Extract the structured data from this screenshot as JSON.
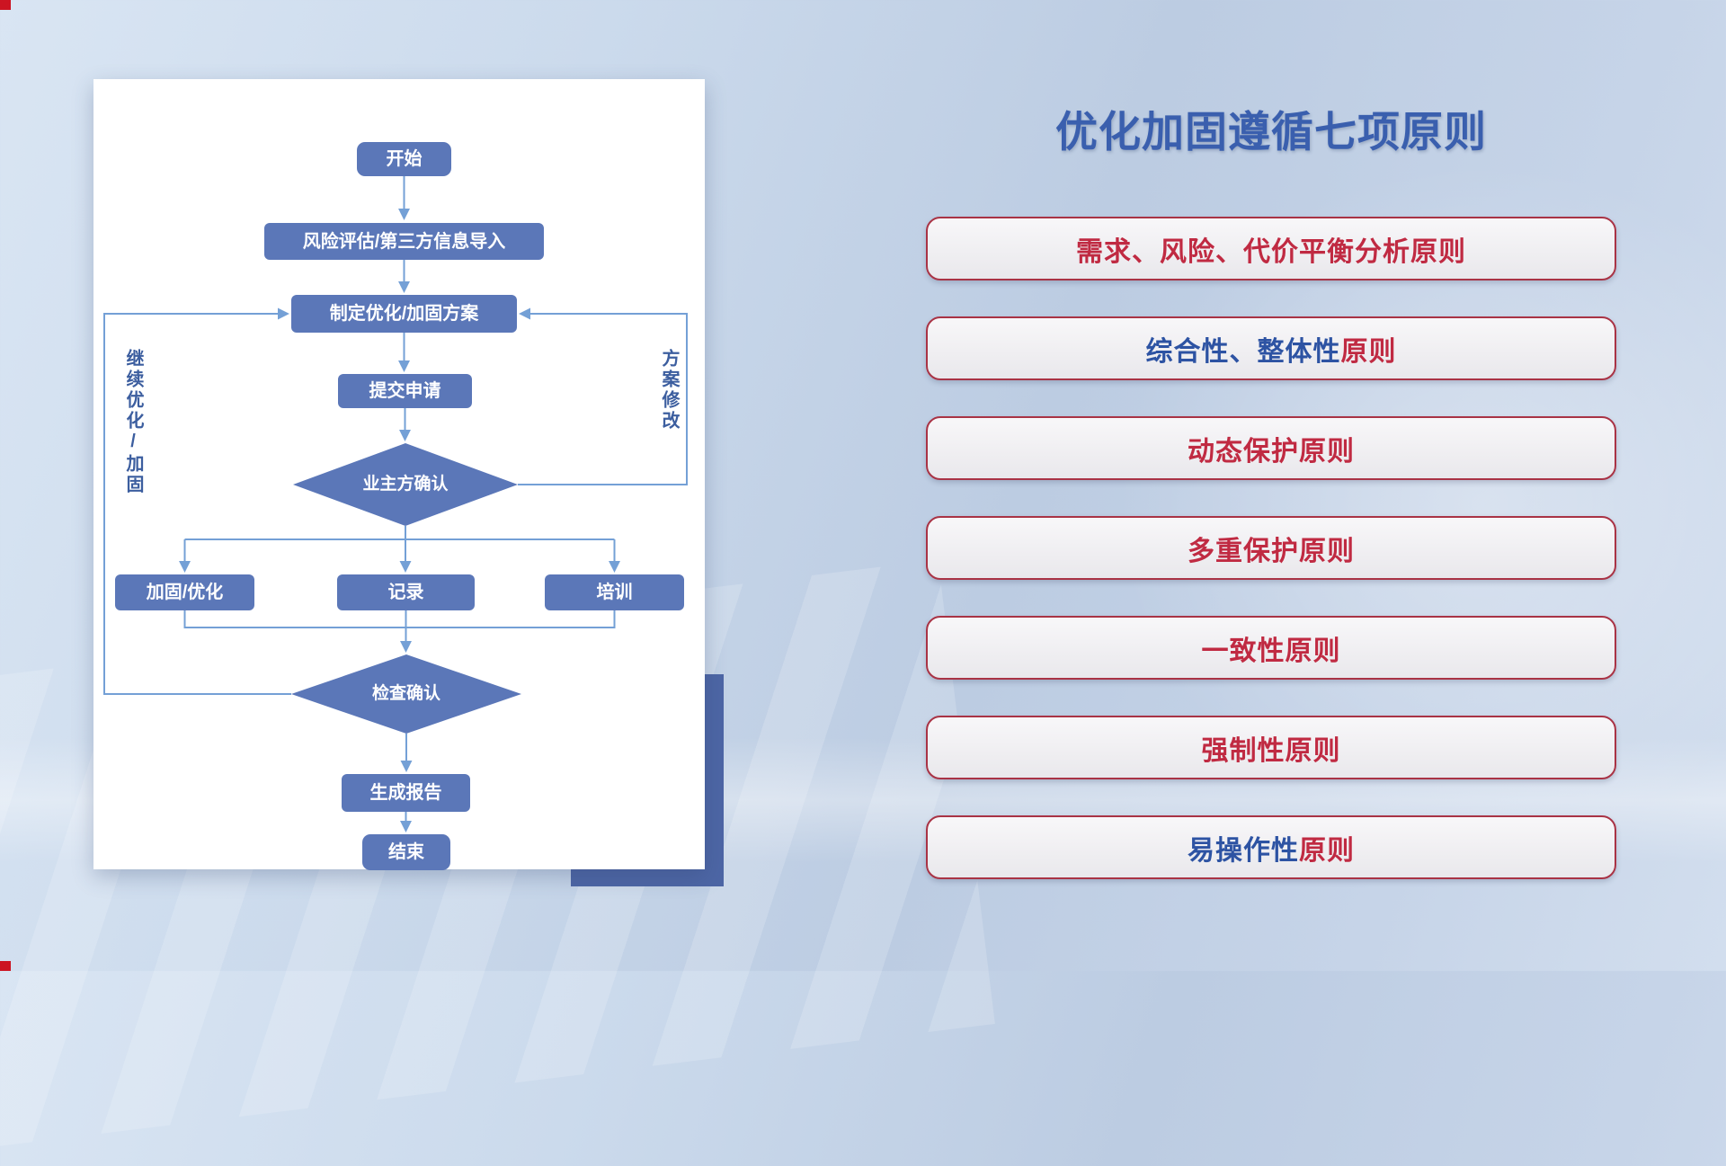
{
  "slide": {
    "title": "优化加固遵循七项原则"
  },
  "flowchart": {
    "nodes": {
      "start": "开始",
      "risk_import": "风险评估/第三方信息导入",
      "make_plan": "制定优化/加固方案",
      "submit": "提交申请",
      "owner_confirm": "业主方确认",
      "harden": "加固/优化",
      "record": "记录",
      "training": "培训",
      "check_confirm": "检查确认",
      "report": "生成报告",
      "end": "结束"
    },
    "loop_labels": {
      "left": "继续优化/加固",
      "right": "方案修改"
    }
  },
  "principles": [
    {
      "segments": [
        {
          "text": "需求、风险、代价平衡分析原则",
          "color": "red"
        }
      ]
    },
    {
      "segments": [
        {
          "text": "综合性、整体性",
          "color": "blue"
        },
        {
          "text": "原则",
          "color": "red"
        }
      ]
    },
    {
      "segments": [
        {
          "text": "动态保护原则",
          "color": "red"
        }
      ]
    },
    {
      "segments": [
        {
          "text": "多重保护原则",
          "color": "red"
        }
      ]
    },
    {
      "segments": [
        {
          "text": "一致性原则",
          "color": "red"
        }
      ]
    },
    {
      "segments": [
        {
          "text": "强制性原则",
          "color": "red"
        }
      ]
    },
    {
      "segments": [
        {
          "text": "易操作性",
          "color": "blue"
        },
        {
          "text": "原则",
          "color": "red"
        }
      ]
    }
  ],
  "colors": {
    "title_blue": "#3a5fae",
    "text_red": "#c02a42",
    "text_blue": "#2d53a3",
    "node_fill": "#5b77b8",
    "connector_line": "#74a0d6",
    "button_border": "#a93345",
    "shadow_rect": "#4d66a5"
  }
}
